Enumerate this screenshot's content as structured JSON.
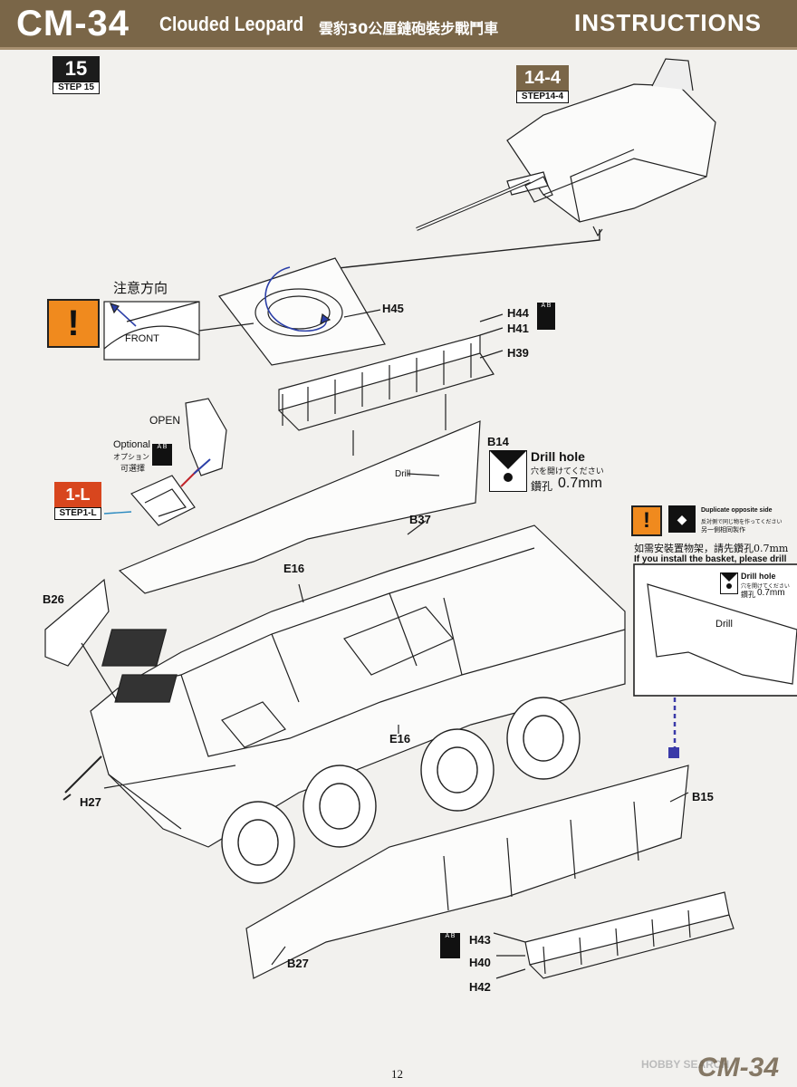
{
  "header": {
    "model": "CM-34",
    "name": "Clouded Leopard",
    "name_cn": "雲豹30公厘鏈砲裝步戰鬥車",
    "section": "INSTRUCTIONS"
  },
  "step": {
    "number": "15",
    "sub": "STEP 15"
  },
  "ref_step_a": {
    "number": "14-4",
    "sub_prefix": "STEP",
    "sub_value": "14-4"
  },
  "ref_step_b": {
    "number": "1-L",
    "sub_prefix": "STEP",
    "sub_value": "1-L"
  },
  "caution": {
    "cn": "注意方向",
    "front": "FRONT",
    "mark": "!"
  },
  "hatch": {
    "open": "OPEN",
    "optional": "Optional",
    "optional_jp": "オプション",
    "optional_cn": "可選擇"
  },
  "ab": {
    "a": "A",
    "b": "B"
  },
  "drill": {
    "title": "Drill hole",
    "jp": "穴を開けてください",
    "cn": "鑽孔",
    "size": "0.7mm",
    "word": "Drill"
  },
  "basket_note": {
    "duplicate_en": "Duplicate opposite side",
    "duplicate_jp": "反対側で同じ物を作ってください",
    "duplicate_cn": "另一側相同製作",
    "cn": "如需安裝置物架，請先鑽孔0.7mm",
    "en": "If you install the basket, please drill"
  },
  "parts": {
    "h45": "H45",
    "h44": "H44",
    "h41": "H41",
    "h39": "H39",
    "b14": "B14",
    "b37": "B37",
    "e16a": "E16",
    "e16b": "E16",
    "b26": "B26",
    "h27": "H27",
    "b15": "B15",
    "h43": "H43",
    "h40": "H40",
    "h42": "H42",
    "b27": "B27"
  },
  "footer": {
    "page": "12",
    "logo": "CM-34",
    "watermark": "HOBBY SEARCH"
  }
}
